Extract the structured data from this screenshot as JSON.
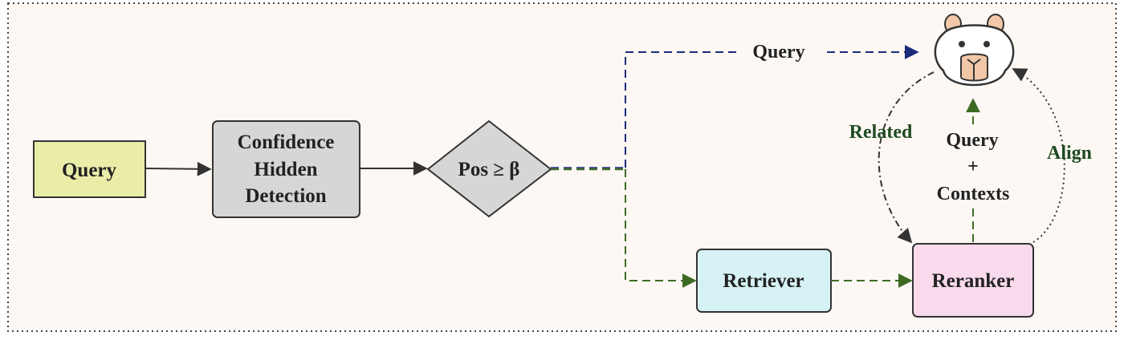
{
  "nodes": {
    "query_box": "Query",
    "confidence": [
      "Confidence",
      "Hidden",
      "Detection"
    ],
    "decision": "Pos ≥ β",
    "retriever": "Retriever",
    "reranker": "Reranker"
  },
  "edge_labels": {
    "query_to_llm": "Query",
    "related": "Related",
    "align": "Align",
    "query_contexts": [
      "Query",
      "+",
      "Contexts"
    ]
  },
  "icons": {
    "llm": "llama-head-icon"
  },
  "colors": {
    "background": "#fdf8f4",
    "query_fill": "#eaeda8",
    "detection_fill": "#d6d6d6",
    "decision_fill": "#d6d6d6",
    "retriever_fill": "#d7f2f4",
    "reranker_fill": "#f9d9ec",
    "blue_path": "#1c2a7a",
    "green_path": "#3e6b24",
    "label_green": "#1f4a22"
  }
}
